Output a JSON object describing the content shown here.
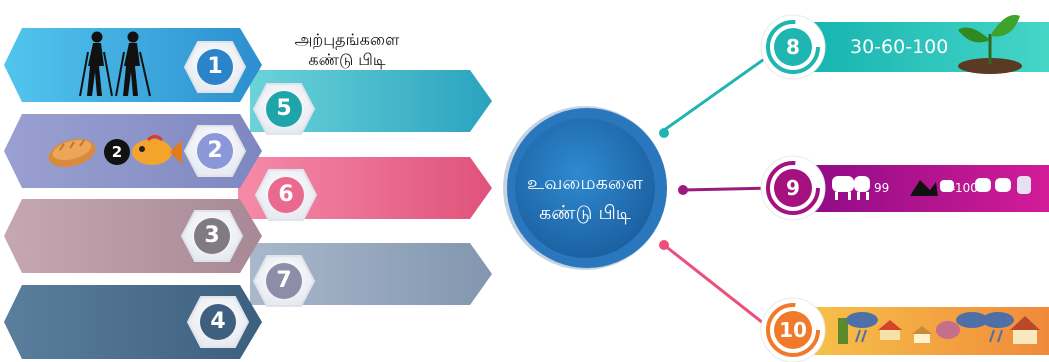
{
  "heading": {
    "line1": "அற்புதங்களை",
    "line2": "கண்டு பிடி"
  },
  "center": {
    "line1": "உவமைகளை",
    "line2": "கண்டு பிடி"
  },
  "left_items": [
    {
      "number": "1",
      "image": "walking-people-icon"
    },
    {
      "number": "2",
      "image": "bread-fish-icon",
      "inline_number": "2"
    },
    {
      "number": "3"
    },
    {
      "number": "4"
    }
  ],
  "mid_items": [
    {
      "number": "5"
    },
    {
      "number": "6"
    },
    {
      "number": "7"
    }
  ],
  "right_items": [
    {
      "number": "8",
      "text": "30-60-100",
      "image": "sprout-icon"
    },
    {
      "number": "9",
      "text_a": "99",
      "text_b": "100",
      "image": "sheep-shepherd-icon"
    },
    {
      "number": "10",
      "image": "rain-houses-icon"
    }
  ],
  "colors": {
    "bar1": "#3aa6dc",
    "bar2": "#8d96c9",
    "bar3": "#b79aa6",
    "bar4": "#4b6f8e",
    "bar5": "#39b6c4",
    "bar6": "#ec6e92",
    "bar7": "#93a6bd",
    "center": "#1f6fb4",
    "bar8": "#20c0b8",
    "bar9": "#b0138f",
    "bar10": "#f39a3b"
  }
}
